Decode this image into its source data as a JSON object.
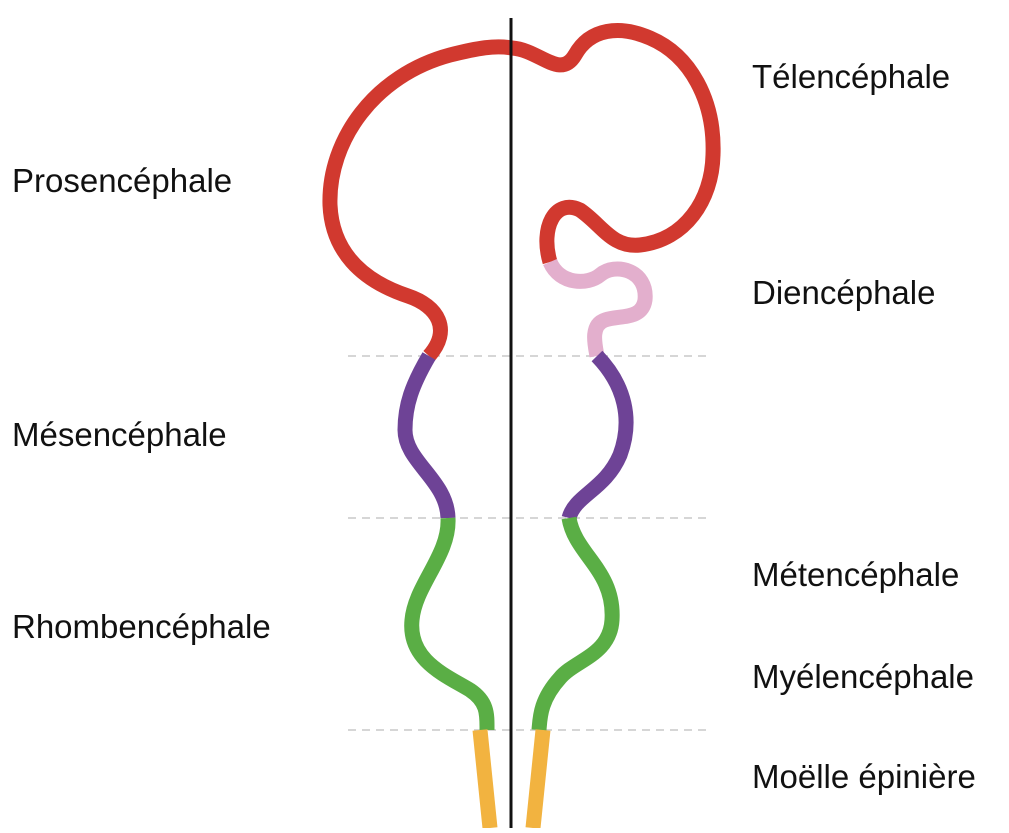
{
  "labels": {
    "left": {
      "prosencephale": "Prosencéphale",
      "mesencephale": "Mésencéphale",
      "rhombencephale": "Rhombencéphale"
    },
    "right": {
      "telencephale": "Télencéphale",
      "diencephale": "Diencéphale",
      "metencephale": "Métencéphale",
      "myelencephale": "Myélencéphale",
      "moelle": "Moëlle épinière"
    }
  },
  "colors": {
    "prosencephale": "#d1392f",
    "telencephale": "#d1392f",
    "diencephale": "#e3afcd",
    "mesencephale": "#6e4396",
    "rhombencephale": "#5aae45",
    "moelle": "#f2b340",
    "midline": "#111111",
    "divider": "#c8c8c8"
  }
}
